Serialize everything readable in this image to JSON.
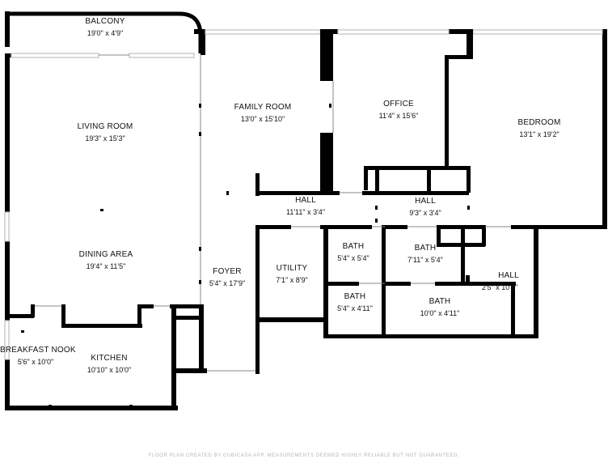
{
  "rooms": {
    "balcony": {
      "name": "BALCONY",
      "dims": "19'0\" x 4'9\""
    },
    "living": {
      "name": "LIVING ROOM",
      "dims": "19'3\" x 15'3\""
    },
    "family": {
      "name": "FAMILY ROOM",
      "dims": "13'0\" x 15'10\""
    },
    "office": {
      "name": "OFFICE",
      "dims": "11'4\" x 15'6\""
    },
    "bedroom": {
      "name": "BEDROOM",
      "dims": "13'1\" x 19'2\""
    },
    "hall1": {
      "name": "HALL",
      "dims": "11'11\" x 3'4\""
    },
    "hall2": {
      "name": "HALL",
      "dims": "9'3\" x 3'4\""
    },
    "dining": {
      "name": "DINING AREA",
      "dims": "19'4\" x 11'5\""
    },
    "foyer": {
      "name": "FOYER",
      "dims": "5'4\" x 17'9\""
    },
    "utility": {
      "name": "UTILITY",
      "dims": "7'1\" x 8'9\""
    },
    "bath1": {
      "name": "BATH",
      "dims": "5'4\" x 5'4\""
    },
    "bath2": {
      "name": "BATH",
      "dims": "7'11\" x 5'4\""
    },
    "hall3": {
      "name": "HALL",
      "dims": "2'5\" x 10'1\""
    },
    "bath3": {
      "name": "BATH",
      "dims": "5'4\" x 4'11\""
    },
    "bath4": {
      "name": "BATH",
      "dims": "10'0\" x 4'11\""
    },
    "nook": {
      "name": "BREAKFAST NOOK",
      "dims": "5'6\" x 10'0\""
    },
    "kitchen": {
      "name": "KITCHEN",
      "dims": "10'10\" x 10'0\""
    }
  },
  "footer": "FLOOR PLAN CREATED BY CUBICASA APP. MEASUREMENTS DEEMED HIGHLY RELIABLE BUT NOT GUARANTEED.",
  "colors": {
    "wall": "#000000",
    "window": "#bdbdbd",
    "door": "#8a8a8a",
    "background": "#ffffff"
  }
}
